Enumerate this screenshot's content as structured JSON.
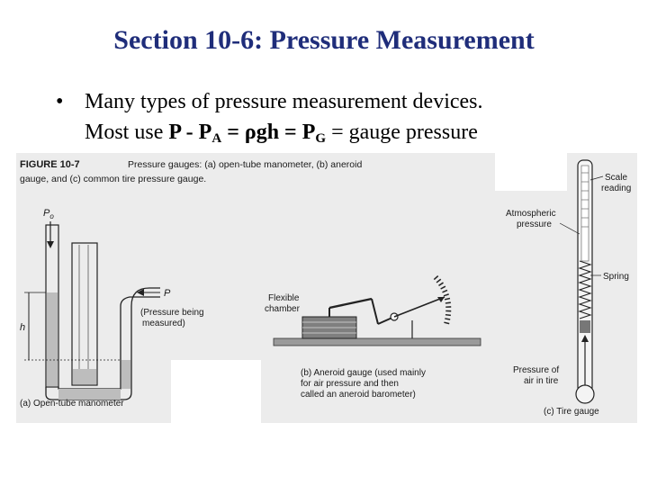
{
  "slide": {
    "title": "Section 10-6: Pressure Measurement",
    "bullet_symbol": "•",
    "bullet_line1": "Many types of pressure measurement devices.",
    "bullet_line2_prefix": "Most use ",
    "formula": {
      "p": "P - P",
      "sub_a": "A",
      "mid": " = ρgh = P",
      "sub_g": "G",
      "suffix": " = gauge pressure"
    }
  },
  "figure": {
    "caption_label": "FIGURE 10-7",
    "caption_line1": "Pressure gauges: (a) open-tube manometer, (b) aneroid",
    "caption_line2": "gauge, and (c) common tire pressure gauge.",
    "manometer": {
      "p0_label": "P",
      "p0_sub": "o",
      "h_label": "h",
      "p_label": "P",
      "pressure_note_1": "(Pressure being",
      "pressure_note_2": "measured)",
      "caption": "(a) Open-tube manometer"
    },
    "aneroid": {
      "chamber_label_1": "Flexible",
      "chamber_label_2": "chamber",
      "caption_1": "(b) Aneroid gauge (used mainly",
      "caption_2": "for air pressure and then",
      "caption_3": "called an aneroid barometer)"
    },
    "tire": {
      "scale_1": "Scale",
      "scale_2": "reading",
      "atm_1": "Atmospheric",
      "atm_2": "pressure",
      "spring": "Spring",
      "air_1": "Pressure of",
      "air_2": "air in tire",
      "caption": "(c) Tire gauge"
    }
  }
}
